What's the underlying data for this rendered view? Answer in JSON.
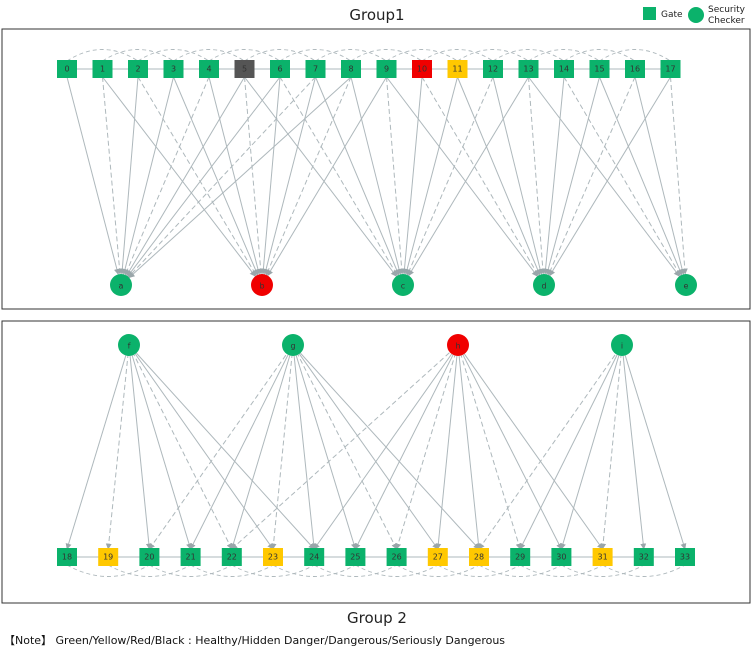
{
  "titles": {
    "group1": "Group1",
    "group2": "Group 2"
  },
  "legend": {
    "gate": "Gate",
    "checker_line1": "Security",
    "checker_line2": "Checker"
  },
  "note": "【Note】 Green/Yellow/Red/Black : Healthy/Hidden Danger/Dangerous/Seriously Dangerous",
  "colors": {
    "healthy": "#0bb26b",
    "hidden_danger": "#ffc800",
    "dangerous": "#f00000",
    "seriously_dangerous": "#555555",
    "edge": "#aeb8bc",
    "frame": "#333333"
  },
  "group1": {
    "gates": [
      {
        "id": "0",
        "status": "healthy"
      },
      {
        "id": "1",
        "status": "healthy"
      },
      {
        "id": "2",
        "status": "healthy"
      },
      {
        "id": "3",
        "status": "healthy"
      },
      {
        "id": "4",
        "status": "healthy"
      },
      {
        "id": "5",
        "status": "seriously_dangerous"
      },
      {
        "id": "6",
        "status": "healthy"
      },
      {
        "id": "7",
        "status": "healthy"
      },
      {
        "id": "8",
        "status": "healthy"
      },
      {
        "id": "9",
        "status": "healthy"
      },
      {
        "id": "10",
        "status": "dangerous"
      },
      {
        "id": "11",
        "status": "hidden_danger"
      },
      {
        "id": "12",
        "status": "healthy"
      },
      {
        "id": "13",
        "status": "healthy"
      },
      {
        "id": "14",
        "status": "healthy"
      },
      {
        "id": "15",
        "status": "healthy"
      },
      {
        "id": "16",
        "status": "healthy"
      },
      {
        "id": "17",
        "status": "healthy"
      }
    ],
    "checkers": [
      {
        "id": "a",
        "status": "healthy"
      },
      {
        "id": "b",
        "status": "dangerous"
      },
      {
        "id": "c",
        "status": "healthy"
      },
      {
        "id": "d",
        "status": "healthy"
      },
      {
        "id": "e",
        "status": "healthy"
      }
    ],
    "links": [
      [
        "0",
        "a"
      ],
      [
        "1",
        "a"
      ],
      [
        "2",
        "a"
      ],
      [
        "3",
        "a"
      ],
      [
        "4",
        "a"
      ],
      [
        "5",
        "a"
      ],
      [
        "6",
        "a"
      ],
      [
        "7",
        "a"
      ],
      [
        "8",
        "a"
      ],
      [
        "1",
        "b"
      ],
      [
        "2",
        "b"
      ],
      [
        "3",
        "b"
      ],
      [
        "4",
        "b"
      ],
      [
        "5",
        "b"
      ],
      [
        "6",
        "b"
      ],
      [
        "7",
        "b"
      ],
      [
        "8",
        "b"
      ],
      [
        "9",
        "b"
      ],
      [
        "5",
        "c"
      ],
      [
        "6",
        "c"
      ],
      [
        "7",
        "c"
      ],
      [
        "8",
        "c"
      ],
      [
        "9",
        "c"
      ],
      [
        "10",
        "c"
      ],
      [
        "11",
        "c"
      ],
      [
        "12",
        "c"
      ],
      [
        "13",
        "c"
      ],
      [
        "9",
        "d"
      ],
      [
        "10",
        "d"
      ],
      [
        "11",
        "d"
      ],
      [
        "12",
        "d"
      ],
      [
        "13",
        "d"
      ],
      [
        "14",
        "d"
      ],
      [
        "15",
        "d"
      ],
      [
        "16",
        "d"
      ],
      [
        "17",
        "d"
      ],
      [
        "13",
        "e"
      ],
      [
        "14",
        "e"
      ],
      [
        "15",
        "e"
      ],
      [
        "16",
        "e"
      ],
      [
        "17",
        "e"
      ]
    ]
  },
  "group2": {
    "checkers": [
      {
        "id": "f",
        "status": "healthy"
      },
      {
        "id": "g",
        "status": "healthy"
      },
      {
        "id": "h",
        "status": "dangerous"
      },
      {
        "id": "i",
        "status": "healthy"
      }
    ],
    "gates": [
      {
        "id": "18",
        "status": "healthy"
      },
      {
        "id": "19",
        "status": "hidden_danger"
      },
      {
        "id": "20",
        "status": "healthy"
      },
      {
        "id": "21",
        "status": "healthy"
      },
      {
        "id": "22",
        "status": "healthy"
      },
      {
        "id": "23",
        "status": "hidden_danger"
      },
      {
        "id": "24",
        "status": "healthy"
      },
      {
        "id": "25",
        "status": "healthy"
      },
      {
        "id": "26",
        "status": "healthy"
      },
      {
        "id": "27",
        "status": "hidden_danger"
      },
      {
        "id": "28",
        "status": "hidden_danger"
      },
      {
        "id": "29",
        "status": "healthy"
      },
      {
        "id": "30",
        "status": "healthy"
      },
      {
        "id": "31",
        "status": "hidden_danger"
      },
      {
        "id": "32",
        "status": "healthy"
      },
      {
        "id": "33",
        "status": "healthy"
      }
    ],
    "links": [
      [
        "f",
        "18"
      ],
      [
        "f",
        "19"
      ],
      [
        "f",
        "20"
      ],
      [
        "f",
        "21"
      ],
      [
        "f",
        "22"
      ],
      [
        "f",
        "23"
      ],
      [
        "f",
        "24"
      ],
      [
        "g",
        "20"
      ],
      [
        "g",
        "21"
      ],
      [
        "g",
        "22"
      ],
      [
        "g",
        "23"
      ],
      [
        "g",
        "24"
      ],
      [
        "g",
        "25"
      ],
      [
        "g",
        "26"
      ],
      [
        "g",
        "27"
      ],
      [
        "g",
        "28"
      ],
      [
        "h",
        "22"
      ],
      [
        "h",
        "24"
      ],
      [
        "h",
        "25"
      ],
      [
        "h",
        "26"
      ],
      [
        "h",
        "27"
      ],
      [
        "h",
        "28"
      ],
      [
        "h",
        "29"
      ],
      [
        "h",
        "30"
      ],
      [
        "h",
        "31"
      ],
      [
        "i",
        "28"
      ],
      [
        "i",
        "29"
      ],
      [
        "i",
        "30"
      ],
      [
        "i",
        "31"
      ],
      [
        "i",
        "32"
      ],
      [
        "i",
        "33"
      ]
    ]
  }
}
